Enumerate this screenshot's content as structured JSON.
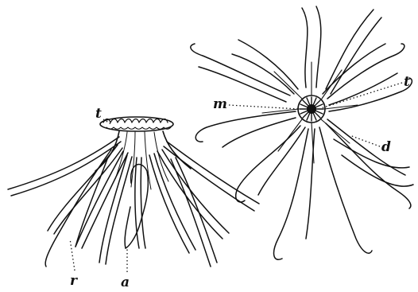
{
  "figure": {
    "left_specimen": {
      "labels": {
        "t": "t",
        "r": "r",
        "a": "a"
      }
    },
    "right_specimen": {
      "labels": {
        "m": "m",
        "t": "t",
        "d": "d"
      }
    }
  }
}
